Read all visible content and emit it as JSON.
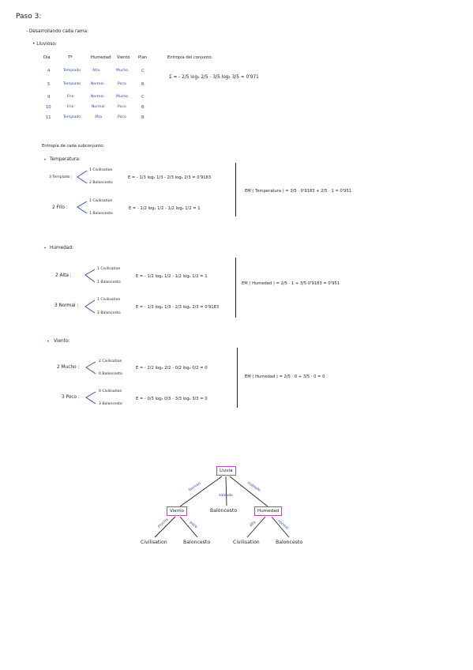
{
  "title": "Paso 3:",
  "intro": "- Desarrollando cada rama:",
  "lluvioso": "• Lluvioso:",
  "table": {
    "headers": [
      "Día",
      "Tª",
      "Humedad",
      "Viento",
      "Plan"
    ],
    "rows": [
      [
        "4",
        "Templado",
        "Alta",
        "Mucho",
        "C"
      ],
      [
        "5",
        "Templado",
        "Normal",
        "Poco",
        "B"
      ],
      [
        "9",
        "Frío",
        "Normal",
        "Mucho",
        "C"
      ],
      [
        "10",
        "Frío",
        "Normal",
        "Poco",
        "B"
      ],
      [
        "11",
        "Templado",
        "Alta",
        "Poco",
        "B"
      ]
    ]
  },
  "entropia_conjunto_label": "Entropía del conjunto:",
  "entropia_conjunto_formula": "Σ = - 2/5 log₂ 2/5 - 3/5 log₂ 3/5 = 0'971",
  "subconjunto_label": "Entropía de cada subconjunto:",
  "sections": [
    {
      "bullet": "•",
      "name": "Temperatura:",
      "items": [
        {
          "label": "3 Templado :",
          "branch1": "1 Civilisation",
          "branch2": "2 Baloncesto",
          "formula": "E = - 1/3 log₂ 1/3 - 2/3 log₂ 2/3 = 0'9183"
        },
        {
          "label": "2 Frío :",
          "branch1": "1 Civilisation",
          "branch2": "1 Baloncesto",
          "formula": "E = - 1/2 log₂ 1/2 - 1/2 log₂ 1/2 = 1"
        }
      ],
      "em": "EM ( Temperatura ) = 3/5 · 0'9183 + 2/5 · 1 = 0'951"
    },
    {
      "bullet": "•",
      "name": "Humedad:",
      "items": [
        {
          "label": "2 Alta :",
          "branch1": "1 Civilisation",
          "branch2": "1 Baloncesto",
          "formula": "E = - 1/2 log₂ 1/2 - 1/2 log₂ 1/2 = 1"
        },
        {
          "label": "3 Normal :",
          "branch1": "1 Civilisation",
          "branch2": "2 Baloncesto",
          "formula": "E = - 1/3 log₂ 1/3 - 2/3 log₂ 2/3 = 0'9183"
        }
      ],
      "em": "EM ( Humedad ) = 2/5 · 1 + 3/5 0'9183 = 0'951"
    },
    {
      "bullet": "•",
      "name": "Viento:",
      "items": [
        {
          "label": "2 Mucho :",
          "branch1": "2 Civilisation",
          "branch2": "0 Baloncesto",
          "formula": "E = - 2/2 log₂ 2/2 - 0/2 log₂ 0/2 = 0"
        },
        {
          "label": "3 Poco :",
          "branch1": "0 Civilisation",
          "branch2": "3 Baloncesto",
          "formula": "E = - 0/3 log₂ 0/3 - 3/3 log₂ 3/3 = 0"
        }
      ],
      "em": "EM ( Humedad ) = 2/5 · 0 + 3/5 · 0 = 0"
    }
  ],
  "tree": {
    "root": "Lluvia",
    "left": "Viento",
    "middle_leaf": "Baloncesto",
    "right": "Humedad",
    "edges": {
      "root_left": "lluvioso",
      "root_mid": "soleado",
      "root_right": "nublado",
      "l_left": "mucho",
      "l_right": "poco",
      "r_left": "alta",
      "r_right": "normal"
    },
    "leaves": [
      "Civilisation",
      "Baloncesto",
      "Civilisation",
      "Baloncesto"
    ]
  }
}
